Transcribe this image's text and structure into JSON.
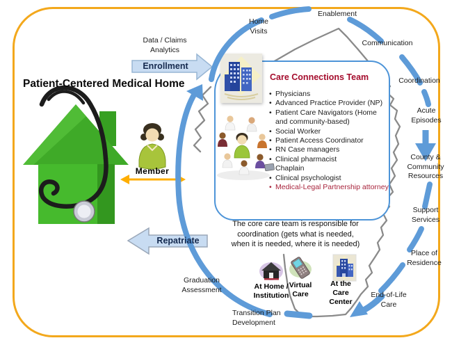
{
  "title": "Patient-Centered Medical Home",
  "member_label": "Member",
  "enrollment": {
    "caption": "Data / Claims\nAnalytics",
    "label": "Enrollment"
  },
  "repatriate_label": "Repatriate",
  "care_team": {
    "heading": "Care Connections Team",
    "members": [
      "Physicians",
      "Advanced Practice Provider (NP)",
      "Patient Care Navigators (Home and community-based)",
      "Social Worker",
      "Patient Access Coordinator",
      "RN Case managers",
      "Clinical pharmacist",
      "Chaplain",
      "Clinical psychologist"
    ],
    "highlighted_member": "Medical-Legal Partnership attorney"
  },
  "core_note": "The core care team is responsible for\ncoordination (gets what is needed,\nwhen it is needed, where it is needed)",
  "cycle_labels": {
    "home_visits": "Home\nVisits",
    "enablement": "Enablement",
    "communication": "Communication",
    "coordination": "Coordination",
    "acute_episodes": "Acute\nEpisodes",
    "county_community_resources": "County &\nCommunity\nResources",
    "support_services": "Support\nServices",
    "place_of_residence": "Place of\nResidence",
    "end_of_life_care": "End-of-Life\nCare",
    "transition_plan": "Transition Plan\nDevelopment",
    "graduation_assessment": "Graduation\nAssessment"
  },
  "care_settings": [
    {
      "label": "At Home /\nInstitution",
      "icon": "home-institution-icon"
    },
    {
      "label": "Virtual\nCare",
      "icon": "virtual-care-phone-icon"
    },
    {
      "label": "At the\nCare\nCenter",
      "icon": "care-center-building-icon"
    }
  ],
  "colors": {
    "border": "#F3A81C",
    "cycle_blue": "#5E9BD8",
    "heading_red": "#A50D2D",
    "highlight_red": "#A8243C",
    "member_arrow_orange": "#FFAE00",
    "block_arrow_fill": "#C8DCF2",
    "block_arrow_stroke": "#98B6D4",
    "map_outline_gray": "#8A8A8A",
    "house_green": "#45B52C"
  }
}
